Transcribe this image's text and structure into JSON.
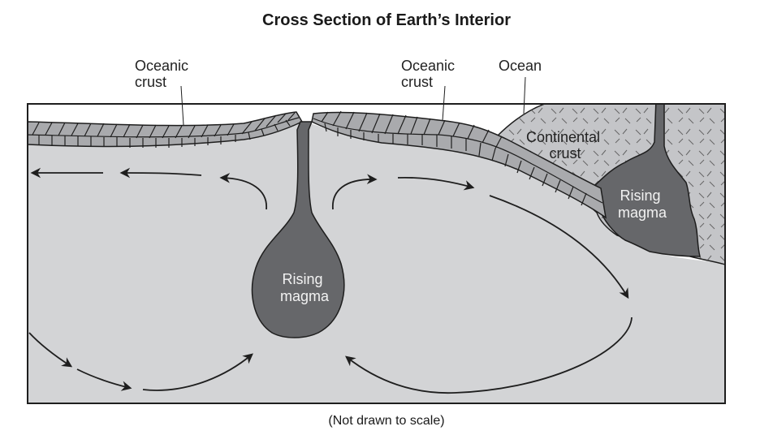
{
  "title": "Cross Section of Earth’s Interior",
  "caption": "(Not drawn to scale)",
  "labels": {
    "oceanic_crust_left": [
      "Oceanic",
      "crust"
    ],
    "oceanic_crust_right": [
      "Oceanic",
      "crust"
    ],
    "ocean": "Ocean",
    "continental_crust": [
      "Continental",
      "crust"
    ],
    "rising_magma_center": [
      "Rising",
      "magma"
    ],
    "rising_magma_right": [
      "Rising",
      "magma"
    ]
  },
  "colors": {
    "mantle": "#d3d4d6",
    "oceanic_crust": "#a9aaad",
    "continental_crust": "#c4c5c8",
    "magma": "#66676a",
    "outline": "#1e1e1e"
  }
}
